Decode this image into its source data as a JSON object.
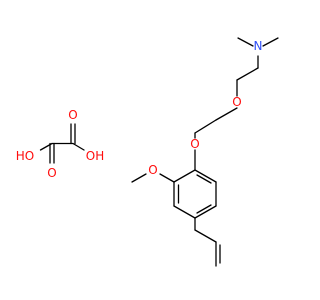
{
  "colors": {
    "bond": "#000000",
    "O": "#ff0d0d",
    "N": "#3050f8"
  },
  "atoms": [
    {
      "id": "ox_o1",
      "element": "O",
      "label": "HO"
    },
    {
      "id": "ox_o2",
      "element": "O",
      "label": "O"
    },
    {
      "id": "ox_o3",
      "element": "O",
      "label": "O"
    },
    {
      "id": "ox_o4",
      "element": "O",
      "label": "OH"
    },
    {
      "id": "n1",
      "element": "N",
      "label": "N"
    },
    {
      "id": "o_ether1",
      "element": "O",
      "label": "O"
    },
    {
      "id": "o_ether2",
      "element": "O",
      "label": "O"
    },
    {
      "id": "o_methoxy",
      "element": "O",
      "label": "O"
    }
  ]
}
